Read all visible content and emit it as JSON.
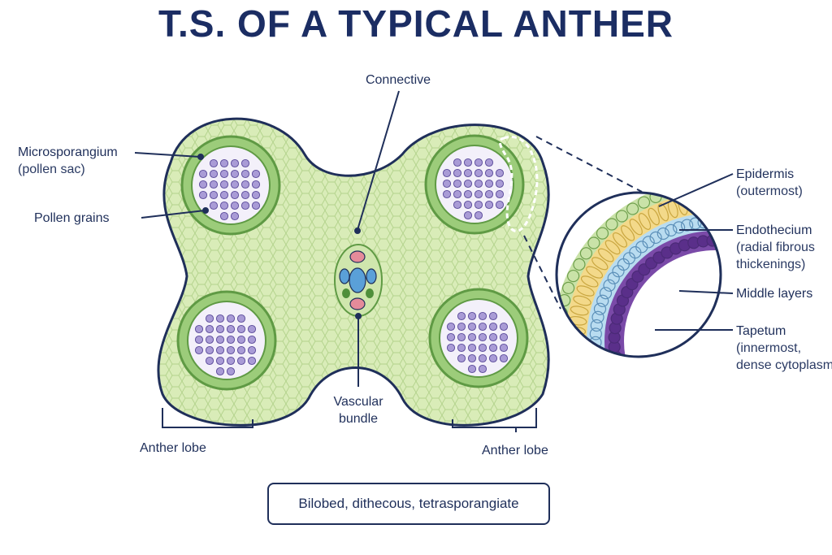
{
  "title": "T.S. OF A TYPICAL ANTHER",
  "labels": {
    "connective": "Connective",
    "microsporangium": [
      "Microsporangium",
      "(pollen sac)"
    ],
    "pollen_grains": "Pollen grains",
    "vascular_bundle": [
      "Vascular",
      "bundle"
    ],
    "anther_lobe_left": "Anther lobe",
    "anther_lobe_right": "Anther lobe",
    "epidermis": [
      "Epidermis",
      "(outermost)"
    ],
    "endothecium": [
      "Endothecium",
      "(radial fibrous",
      "thickenings)"
    ],
    "middle_layers": "Middle layers",
    "tapetum": [
      "Tapetum",
      "(innermost,",
      "dense cytoplasm)"
    ]
  },
  "caption": "Bilobed, dithecous, tetrasporangiate",
  "colors": {
    "title": "#1b2d63",
    "connective_tissue": "#d9ecb8",
    "wall_ring": "#7bb25a",
    "pollen": "#a99bd6",
    "epidermis": "#c9e2a8",
    "endothecium": "#f3d98a",
    "middle_layers": "#b9dcf0",
    "tapetum": "#7a4aa8",
    "vascular_xylem": "#5aa0d8",
    "vascular_phloem": "#e58b9a"
  }
}
